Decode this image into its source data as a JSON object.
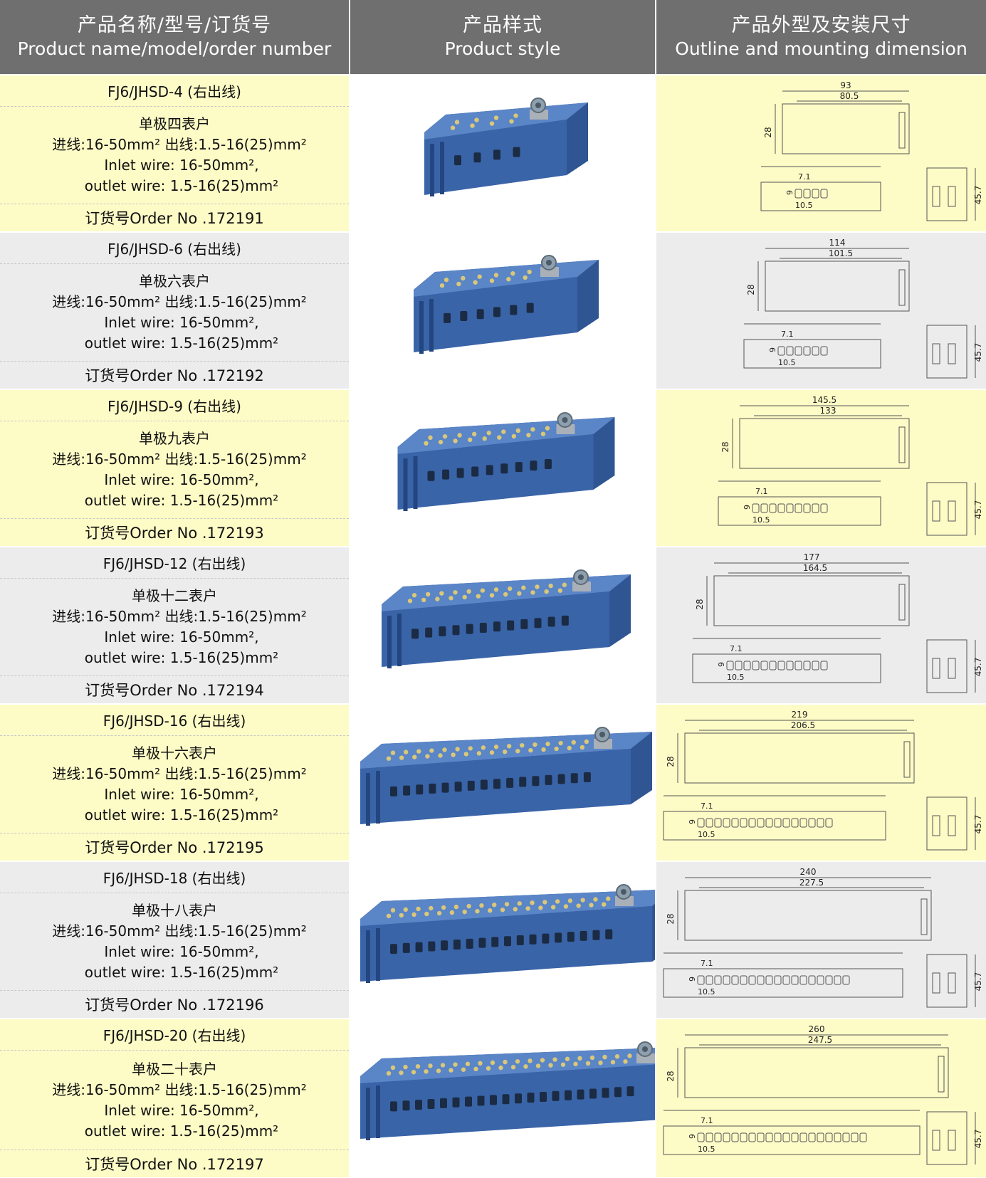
{
  "header": {
    "col1_zh": "产品名称/型号/订货号",
    "col1_en": "Product name/model/order number",
    "col2_zh": "产品样式",
    "col2_en": "Product style",
    "col3_zh": "产品外型及安装尺寸",
    "col3_en": "Outline and mounting dimension"
  },
  "products": [
    {
      "model": "FJ6/JHSD-4 (右出线)",
      "name_zh": "单极四表户",
      "spec_zh": "进线:16-50mm² 出线:1.5-16(25)mm²",
      "inlet": "Inlet wire:  16-50mm²,",
      "outlet": "outlet wire:  1.5-16(25)mm²",
      "order": "订货号Order No .172191",
      "ways": 4,
      "overall": "93",
      "mount": "80.5",
      "height": "28",
      "depth": "45.7",
      "pitch": "7.1",
      "gap": "10.5",
      "hole": "9"
    },
    {
      "model": "FJ6/JHSD-6 (右出线)",
      "name_zh": "单极六表户",
      "spec_zh": "进线:16-50mm² 出线:1.5-16(25)mm²",
      "inlet": "Inlet wire:  16-50mm²,",
      "outlet": "outlet wire:  1.5-16(25)mm²",
      "order": "订货号Order No .172192",
      "ways": 6,
      "overall": "114",
      "mount": "101.5",
      "height": "28",
      "depth": "45.7",
      "pitch": "7.1",
      "gap": "10.5",
      "hole": "9"
    },
    {
      "model": "FJ6/JHSD-9 (右出线)",
      "name_zh": "单极九表户",
      "spec_zh": "进线:16-50mm² 出线:1.5-16(25)mm²",
      "inlet": "Inlet wire:  16-50mm²,",
      "outlet": "outlet wire:  1.5-16(25)mm²",
      "order": "订货号Order No .172193",
      "ways": 9,
      "overall": "145.5",
      "mount": "133",
      "height": "28",
      "depth": "45.7",
      "pitch": "7.1",
      "gap": "10.5",
      "hole": "9"
    },
    {
      "model": "FJ6/JHSD-12 (右出线)",
      "name_zh": "单极十二表户",
      "spec_zh": "进线:16-50mm² 出线:1.5-16(25)mm²",
      "inlet": "Inlet wire:  16-50mm²,",
      "outlet": "outlet wire:  1.5-16(25)mm²",
      "order": "订货号Order No .172194",
      "ways": 12,
      "overall": "177",
      "mount": "164.5",
      "height": "28",
      "depth": "45.7",
      "pitch": "7.1",
      "gap": "10.5",
      "hole": "9"
    },
    {
      "model": "FJ6/JHSD-16 (右出线)",
      "name_zh": "单极十六表户",
      "spec_zh": "进线:16-50mm² 出线:1.5-16(25)mm²",
      "inlet": "Inlet wire:  16-50mm²,",
      "outlet": "outlet wire:  1.5-16(25)mm²",
      "order": "订货号Order No .172195",
      "ways": 16,
      "overall": "219",
      "mount": "206.5",
      "height": "28",
      "depth": "45.7",
      "pitch": "7.1",
      "gap": "10.5",
      "hole": "9"
    },
    {
      "model": "FJ6/JHSD-18 (右出线)",
      "name_zh": "单极十八表户",
      "spec_zh": "进线:16-50mm² 出线:1.5-16(25)mm²",
      "inlet": "Inlet wire:  16-50mm²,",
      "outlet": "outlet wire:  1.5-16(25)mm²",
      "order": "订货号Order No .172196",
      "ways": 18,
      "overall": "240",
      "mount": "227.5",
      "height": "28",
      "depth": "45.7",
      "pitch": "7.1",
      "gap": "10.5",
      "hole": "9"
    },
    {
      "model": "FJ6/JHSD-20 (右出线)",
      "name_zh": "单极二十表户",
      "spec_zh": "进线:16-50mm² 出线:1.5-16(25)mm²",
      "inlet": "Inlet wire:  16-50mm²,",
      "outlet": "outlet wire:  1.5-16(25)mm²",
      "order": "订货号Order No .172197",
      "ways": 20,
      "overall": "260",
      "mount": "247.5",
      "height": "28",
      "depth": "45.7",
      "pitch": "7.1",
      "gap": "10.5",
      "hole": "9"
    }
  ],
  "colors": {
    "header_bg": "#6f6f6f",
    "row_yellow": "#fdfbc6",
    "row_grey": "#ececec",
    "product_blue": "#3a64a8"
  }
}
